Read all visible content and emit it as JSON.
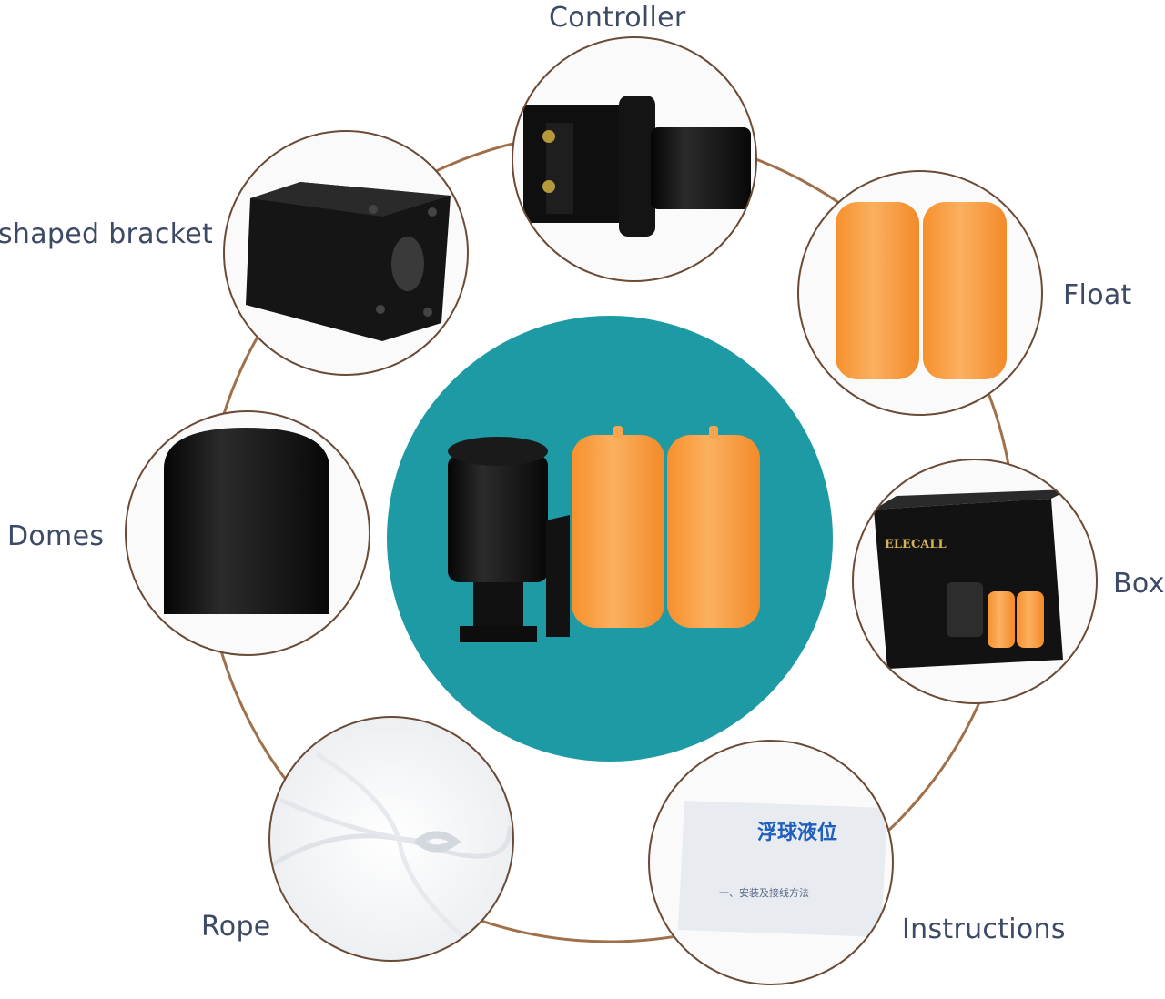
{
  "labels": {
    "controller": "Controller",
    "bracket": "shaped bracket",
    "float": "Float",
    "domes": "Domes",
    "box": "Box",
    "rope": "Rope",
    "instructions": "Instructions"
  },
  "box_print": {
    "brand": "ELECALL"
  },
  "instructions_print": {
    "heading": "浮球液位",
    "line": "一、安装及接线方法"
  },
  "colors": {
    "ring": "#a0704a",
    "center": "#1e9aa4",
    "float_orange": "#f79a3c",
    "label": "#3d4a66",
    "circle_border": "#6b4b35"
  }
}
